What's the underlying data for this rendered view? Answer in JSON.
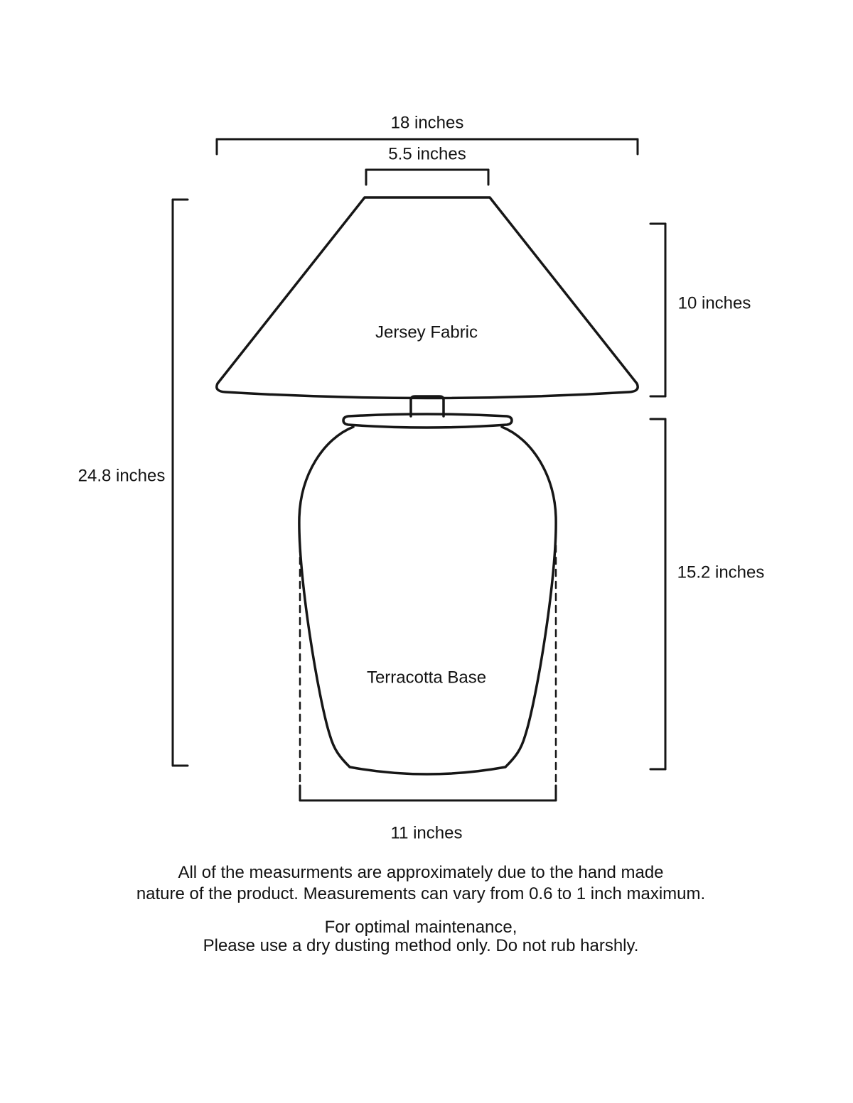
{
  "diagram": {
    "title": "Lamp dimensions diagram",
    "labels": {
      "shade_bottom_width": "18 inches",
      "shade_top_width": "5.5 inches",
      "shade_height": "10 inches",
      "total_height": "24.8 inches",
      "base_height": "15.2 inches",
      "base_width": "11 inches",
      "shade_material": "Jersey Fabric",
      "base_material": "Terracotta Base"
    },
    "notes": {
      "measurement_line1": "All of the measurments are approximately due to the hand made",
      "measurement_line2": "nature of the product. Measurements can vary from 0.6 to 1 inch maximum.",
      "maintenance_line1": "For optimal maintenance,",
      "maintenance_line2": "Please use a dry dusting method only. Do not rub harshly."
    },
    "colors": {
      "line": "#161616",
      "background": "#ffffff"
    }
  }
}
